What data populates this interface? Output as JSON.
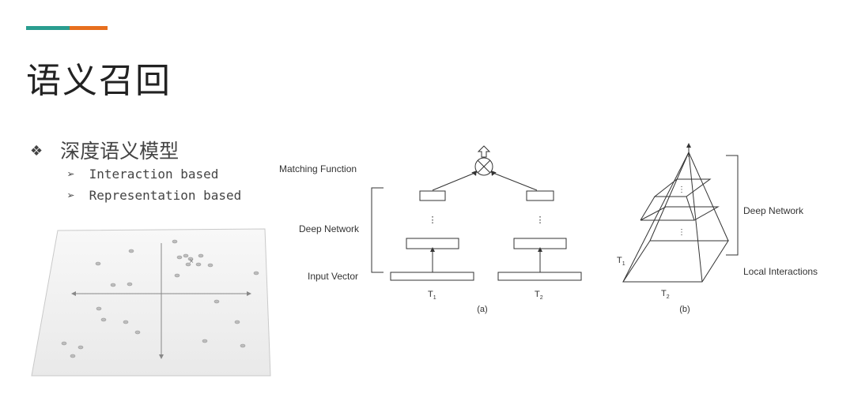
{
  "header": {
    "accent_colors": [
      "#2a9d8f",
      "#e76f1e"
    ],
    "title": "语义召回"
  },
  "bullets": {
    "main": {
      "marker": "❖",
      "text": "深度语义模型"
    },
    "subs": [
      {
        "marker": "➢",
        "text": "Interaction based"
      },
      {
        "marker": "➢",
        "text": "Representation based"
      }
    ]
  },
  "diagram_a": {
    "labels": {
      "matching_function": "Matching Function",
      "deep_network": "Deep Network",
      "input_vector": "Input Vector",
      "t1": "T",
      "t1_sub": "1",
      "t2": "T",
      "t2_sub": "2",
      "caption": "(a)",
      "dots": "⋮"
    }
  },
  "diagram_b": {
    "labels": {
      "deep_network": "Deep Network",
      "local_interactions": "Local Interactions",
      "t1": "T",
      "t1_sub": "1",
      "t2": "T",
      "t2_sub": "2",
      "caption": "(b)",
      "dots": "⋮"
    }
  },
  "scatter": {
    "marker_x": "×"
  }
}
